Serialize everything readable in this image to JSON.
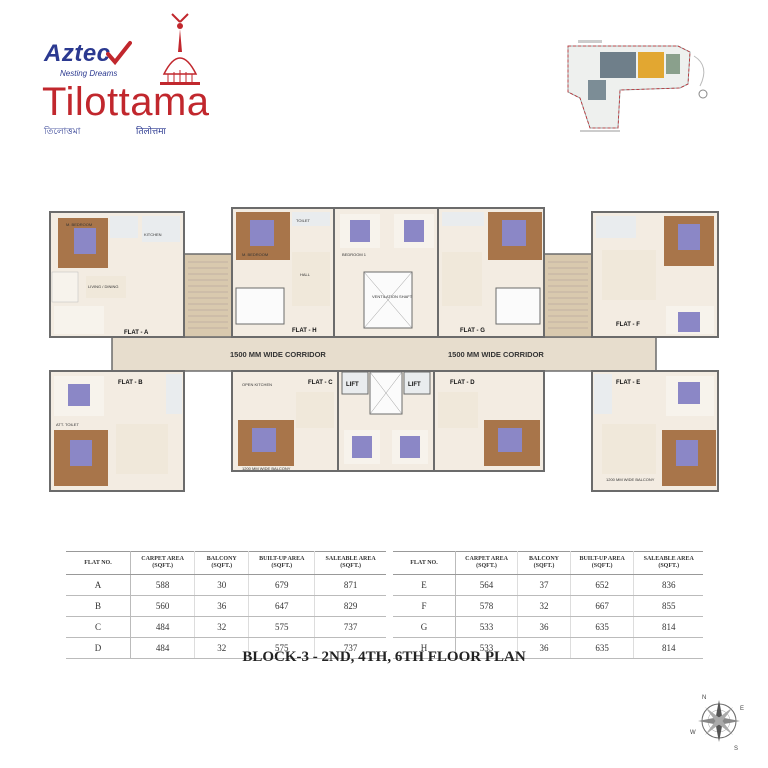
{
  "logo": {
    "brand": "Aztec",
    "tagline": "Nesting Dreams",
    "project": "Tilottama",
    "bengali": "তিলোত্তমা",
    "hindi": "तिलोत्तमा"
  },
  "plan": {
    "flats": {
      "a": "FLAT - A",
      "b": "FLAT - B",
      "c": "FLAT - C",
      "d": "FLAT - D",
      "e": "FLAT - E",
      "f": "FLAT - F",
      "g": "FLAT - G",
      "h": "FLAT - H"
    },
    "corridor_left": "1500 MM WIDE CORRIDOR",
    "corridor_right": "1500 MM WIDE CORRIDOR",
    "lift": "LIFT",
    "vent": "VENTILATION SHAFT",
    "m_bedroom": "M. BEDROOM",
    "bedroom": "BEDROOM 1",
    "living": "LIVING / DINING",
    "hall": "HALL",
    "kitchen": "KITCHEN",
    "open_kitchen": "OPEN KITCHEN",
    "toilet": "TOILET",
    "att_toilet": "ATT. TOILET",
    "balcony": "1200 MM WIDE BALCONY"
  },
  "colors": {
    "wall": "#6b6b6b",
    "floor": "#f3ece2",
    "wood": "#a8754a",
    "corridor": "#e7ddcd",
    "stair": "#d9c9ae",
    "tile": "#e9ecee",
    "bed": "#8b87c6"
  },
  "table_left": {
    "headers": [
      "FLAT NO.",
      "CARPET AREA (SQFT.)",
      "BALCONY (SQFT.)",
      "BUILT-UP AREA (SQFT.)",
      "SALEABLE AREA (SQFT.)"
    ],
    "rows": [
      [
        "A",
        "588",
        "30",
        "679",
        "871"
      ],
      [
        "B",
        "560",
        "36",
        "647",
        "829"
      ],
      [
        "C",
        "484",
        "32",
        "575",
        "737"
      ],
      [
        "D",
        "484",
        "32",
        "575",
        "737"
      ]
    ]
  },
  "table_right": {
    "headers": [
      "FLAT NO.",
      "CARPET AREA (SQFT.)",
      "BALCONY (SQFT.)",
      "BUILT-UP AREA (SQFT.)",
      "SALEABLE AREA (SQFT.)"
    ],
    "rows": [
      [
        "E",
        "564",
        "37",
        "652",
        "836"
      ],
      [
        "F",
        "578",
        "32",
        "667",
        "855"
      ],
      [
        "G",
        "533",
        "36",
        "635",
        "814"
      ],
      [
        "H",
        "533",
        "36",
        "635",
        "814"
      ]
    ]
  },
  "caption": "BLOCK-3 - 2ND, 4TH, 6TH FLOOR PLAN",
  "compass": {
    "n": "N",
    "e": "E",
    "s": "S",
    "w": "W"
  }
}
